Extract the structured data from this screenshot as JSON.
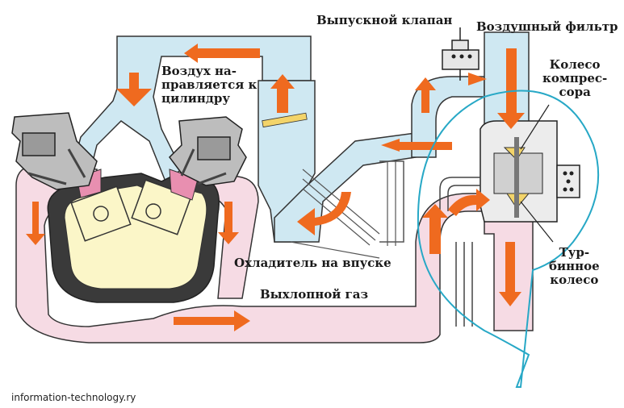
{
  "labels": {
    "exhaust_valve": "Выпускной клапан",
    "air_filter": "Воздушный фильтр",
    "compressor_wheel": "Колесо\nкомпрес-\nсора",
    "air_to_cylinder": "Воздух на-\nправляется к\nцилиндру",
    "intercooler": "Охладитель на впуске",
    "exhaust_gas": "Выхлопной газ",
    "turbine_wheel": "Тур-\nбинное\nколесо"
  },
  "credit": "information-technology.ry",
  "colors": {
    "intake_air": "#cfe8f2",
    "exhaust": "#f6dbe4",
    "engine": "#fbf6c8",
    "arrow": "#ef6a1f",
    "callout": "#27a8c6"
  }
}
